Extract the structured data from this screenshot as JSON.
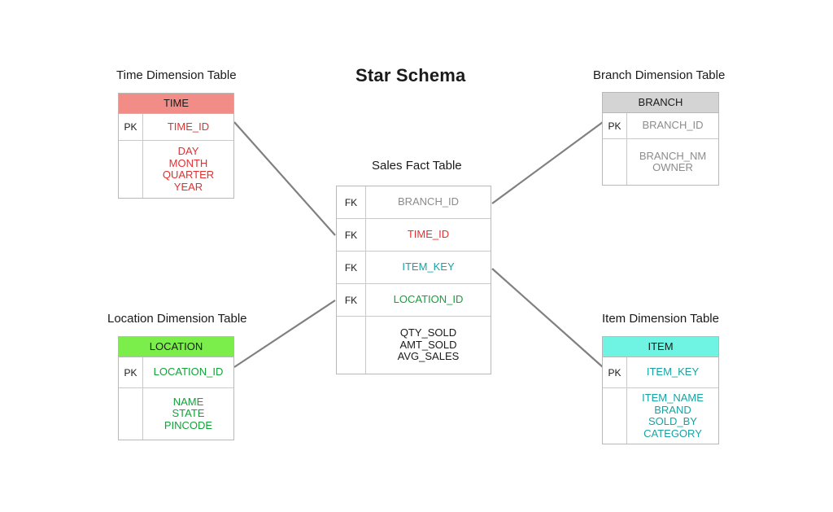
{
  "diagram": {
    "title": "Star Schema",
    "type": "star-schema-er-diagram",
    "colors": {
      "time_header_bg": "#F28C87",
      "time_text": "#E03131",
      "branch_header_bg": "#D4D4D4",
      "branch_text": "#8C8C8C",
      "location_header_bg": "#7BEE4C",
      "location_text": "#12A23A",
      "item_header_bg": "#6FF3E2",
      "item_text": "#17A3A3",
      "fact_text": "#1a1a1a",
      "border": "#b8b8b8",
      "connector": "#808080"
    }
  },
  "captions": {
    "time": "Time Dimension Table",
    "branch": "Branch Dimension Table",
    "fact": "Sales Fact Table",
    "location": "Location Dimension Table",
    "item": "Item Dimension Table"
  },
  "tables": {
    "time": {
      "name": "TIME",
      "key_label": "PK",
      "key_field": "TIME_ID",
      "attributes": [
        "DAY",
        "MONTH",
        "QUARTER",
        "YEAR"
      ]
    },
    "branch": {
      "name": "BRANCH",
      "key_label": "PK",
      "key_field": "BRANCH_ID",
      "attributes": [
        "BRANCH_NM",
        "OWNER"
      ]
    },
    "location": {
      "name": "LOCATION",
      "key_label": "PK",
      "key_field": "LOCATION_ID",
      "attributes": [
        "NAME",
        "STATE",
        "PINCODE"
      ]
    },
    "item": {
      "name": "ITEM",
      "key_label": "PK",
      "key_field": "ITEM_KEY",
      "attributes": [
        "ITEM_NAME",
        "BRAND",
        "SOLD_BY",
        "CATEGORY"
      ]
    },
    "fact": {
      "rows": [
        {
          "key_label": "FK",
          "field": "BRANCH_ID"
        },
        {
          "key_label": "FK",
          "field": "TIME_ID"
        },
        {
          "key_label": "FK",
          "field": "ITEM_KEY"
        },
        {
          "key_label": "FK",
          "field": "LOCATION_ID"
        }
      ],
      "measures_key_label": "",
      "measures": [
        "QTY_SOLD",
        "AMT_SOLD",
        "AVG_SALES"
      ]
    }
  },
  "relationships": [
    {
      "from": "TIME",
      "to": "SALES_FACT",
      "via": "TIME_ID"
    },
    {
      "from": "BRANCH",
      "to": "SALES_FACT",
      "via": "BRANCH_ID"
    },
    {
      "from": "LOCATION",
      "to": "SALES_FACT",
      "via": "LOCATION_ID"
    },
    {
      "from": "ITEM",
      "to": "SALES_FACT",
      "via": "ITEM_KEY"
    }
  ]
}
